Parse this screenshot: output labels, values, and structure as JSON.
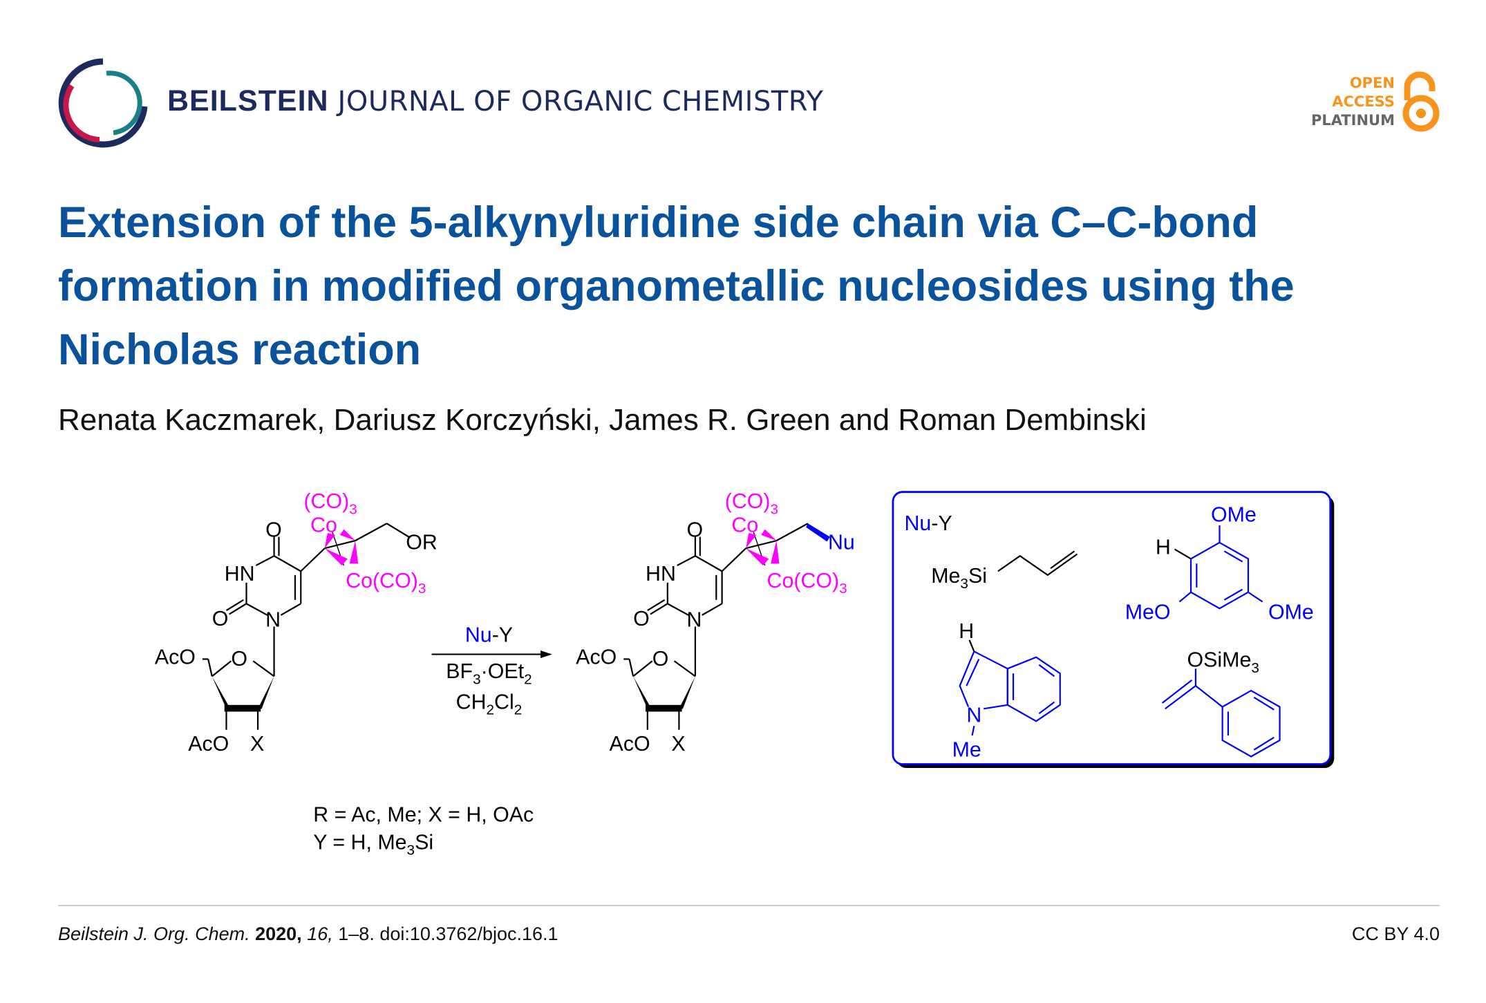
{
  "header": {
    "journal_bold": "BEILSTEIN",
    "journal_rest": "JOURNAL OF ORGANIC CHEMISTRY",
    "open_access": [
      "OPEN",
      "ACCESS",
      "PLATINUM"
    ],
    "colors": {
      "navy": "#1d2a5e",
      "title_blue": "#0a529c",
      "orange": "#f7941d",
      "magenta": "#ff00ff",
      "blue": "#0000ff"
    }
  },
  "article": {
    "title": "Extension of the 5-alkynyluridine side chain via C–C-bond formation in modified organometallic nucleosides using the Nicholas reaction",
    "authors": "Renata Kaczmarek, Dariusz Korczyński, James R. Green and Roman Dembinski"
  },
  "scheme": {
    "co3": "(CO)",
    "co": "Co",
    "co_co3": "Co(CO)",
    "sub3": "3",
    "o": "O",
    "hn": "HN",
    "n": "N",
    "aco": "AcO",
    "x": "X",
    "or": "OR",
    "nu": "Nu",
    "reagent_nu": "Nu",
    "reagent_y": "-Y",
    "bf3": "BF",
    "oet": "·OEt",
    "sub2": "2",
    "ch": "CH",
    "cl": "Cl",
    "box_title_nu": "Nu",
    "box_title_y": "-Y",
    "me3si_me": "Me",
    "me3si_si": "Si",
    "h": "H",
    "ome": "OMe",
    "meo": "MeO",
    "me": "Me",
    "osime": "OSiMe",
    "note1": "R = Ac, Me; X = H, OAc",
    "note2_a": "Y = H, Me",
    "note2_b": "Si"
  },
  "footer": {
    "journal_abbrev": "Beilstein J. Org. Chem.",
    "year": "2020,",
    "volume": "16,",
    "pages_doi": "1–8. doi:10.3762/bjoc.16.1",
    "license": "CC BY 4.0"
  }
}
